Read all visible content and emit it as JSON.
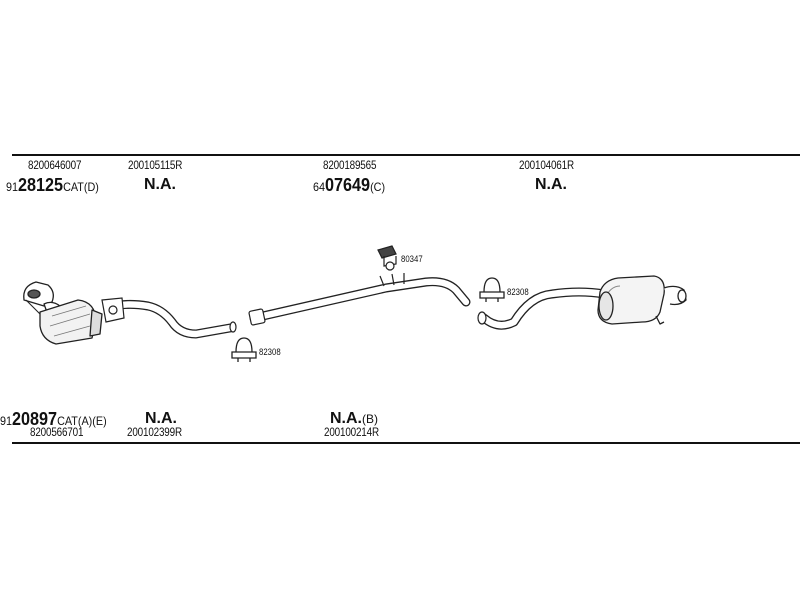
{
  "top_row": {
    "oe_numbers": [
      "8200646007",
      "200105115R",
      "8200189565",
      "200104061R"
    ],
    "ref_1": {
      "prefix": "91",
      "number": "28125",
      "suffix": "CAT(D)"
    },
    "na_1": "N.A.",
    "ref_2": {
      "prefix": "64",
      "number": "07649",
      "suffix": "(C)"
    },
    "na_2": "N.A."
  },
  "bottom_row": {
    "ref_1": {
      "prefix": "91",
      "number": "20897",
      "suffix": "CAT(A)(E)"
    },
    "na_1": "N.A.",
    "na_2": {
      "text": "N.A.",
      "suffix": "(B)"
    },
    "oe_numbers": [
      "8200566701",
      "200102399R",
      "200100214R"
    ]
  },
  "part_labels": {
    "clamp_front": "82308",
    "hanger": "80347",
    "clamp_rear": "82308"
  }
}
